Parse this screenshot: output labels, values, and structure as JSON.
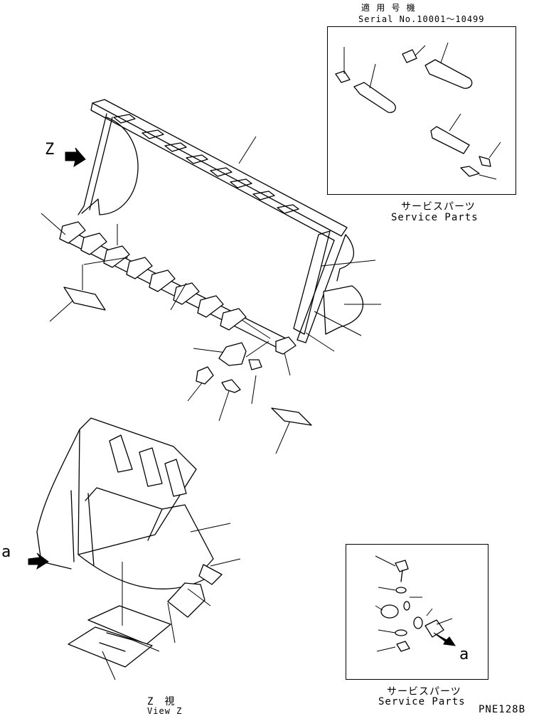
{
  "header": {
    "applicable_models_jp": "適 用 号 機",
    "serial_range": "Serial No.10001～10499"
  },
  "top_box": {
    "caption_jp": "サービスパーツ",
    "caption_en": "Service Parts"
  },
  "bottom_box": {
    "caption_jp": "サービスパーツ",
    "caption_en": "Service Parts",
    "ref_label": "a"
  },
  "view": {
    "arrow_label": "Z",
    "caption_jp": "Z　視",
    "caption_en": "View Z",
    "ref_label": "a"
  },
  "drawing_code": "PNE128B"
}
